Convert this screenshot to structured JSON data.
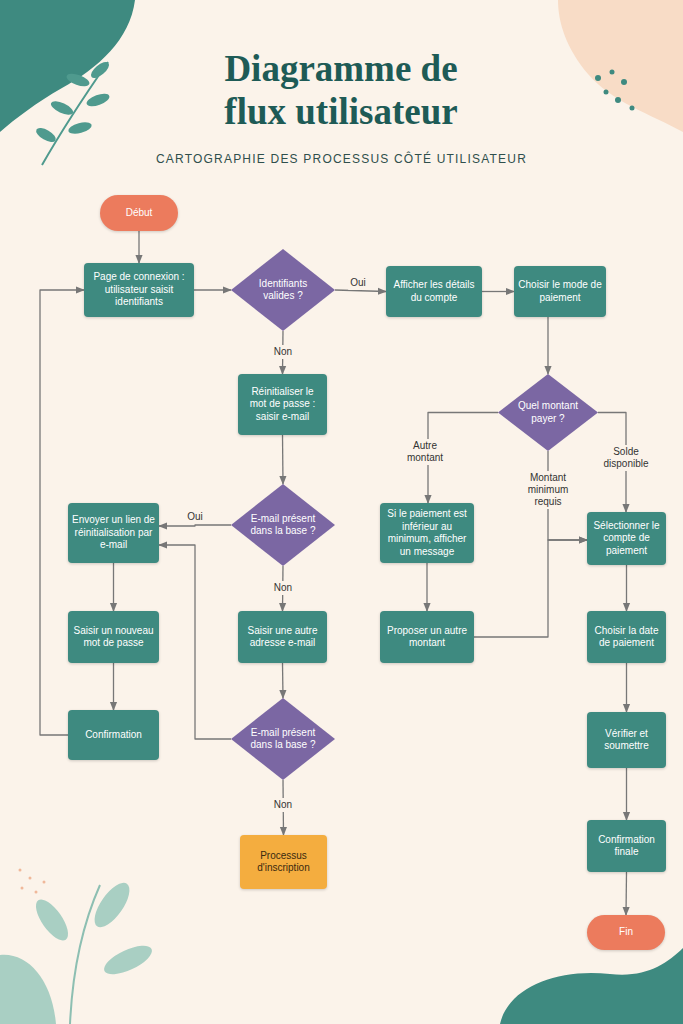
{
  "diagram": {
    "title": "Diagramme de flux utilisateur",
    "nodes": [
      {
        "text": [
          "Début"
        ]
      },
      {
        "text": [
          "Page de connexion : utilisateur saisit identifiants"
        ]
      },
      {
        "text": [
          "Identifiants valides ?"
        ]
      },
      {
        "text": [
          "Afficher les détails du compte"
        ]
      },
      {
        "text": [
          "Choisir le mode de paiement"
        ]
      },
      {
        "text": [
          "Réinitialiser le mot de passe : saisir e-mail"
        ]
      },
      {
        "text": [
          "Quel montant payer ?"
        ]
      },
      {
        "text": [
          "E-mail présent dans la base ?"
        ]
      },
      {
        "text": [
          "Envoyer un lien de réinitialisation par e-mail"
        ]
      },
      {
        "text": [
          "Si le paiement est inférieur au minimum, afficher un message"
        ]
      },
      {
        "text": [
          "Sélectionner le compte de paiement"
        ]
      },
      {
        "text": [
          "Saisir un nouveau mot de passe"
        ]
      },
      {
        "text": [
          "Saisir une autre adresse e-mail"
        ]
      },
      {
        "text": [
          "Proposer un autre montant"
        ]
      },
      {
        "text": [
          "Choisir la date de paiement"
        ]
      },
      {
        "text": [
          "Confirmation"
        ]
      },
      {
        "text": [
          "E-mail présent dans la base ?"
        ]
      },
      {
        "text": [
          "Vérifier et soumettre"
        ]
      },
      {
        "text": [
          "Processus d'inscription"
        ]
      },
      {
        "text": [
          "Confirmation finale"
        ]
      },
      {
        "text": [
          "Fin"
        ]
      }
    ],
    "edges": [
      {
        "from": 0,
        "to": 1,
        "arrow": "to"
      },
      {
        "from": 1,
        "to": 2,
        "arrow": "to"
      },
      {
        "from": 2,
        "to": 3,
        "label": "Oui",
        "arrow": "to"
      },
      {
        "from": 3,
        "to": 4,
        "arrow": "to"
      },
      {
        "from": 4,
        "to": 6,
        "arrow": "to"
      },
      {
        "from": 2,
        "to": 5,
        "label": "Non",
        "arrow": "to"
      },
      {
        "from": 5,
        "to": 7,
        "arrow": "to"
      },
      {
        "from": 7,
        "to": 8,
        "label": "Oui",
        "arrow": "to"
      },
      {
        "from": 7,
        "to": 12,
        "label": "Non",
        "arrow": "to"
      },
      {
        "from": 12,
        "to": 16,
        "arrow": "to"
      },
      {
        "from": 16,
        "to": 18,
        "label": "Non",
        "arrow": "to"
      },
      {
        "from": 16,
        "to": 8,
        "arrow": "to"
      },
      {
        "from": 8,
        "to": 11,
        "arrow": "to"
      },
      {
        "from": 11,
        "to": 15,
        "arrow": "to"
      },
      {
        "from": 15,
        "to": 1,
        "arrow": "to"
      },
      {
        "from": 6,
        "to": 9,
        "label": "Autre montant",
        "arrow": "to"
      },
      {
        "from": 6,
        "to": 10,
        "label": "Solde disponible",
        "arrow": "to"
      },
      {
        "from": 6,
        "to": 10,
        "label": "Montant minimum requis",
        "arrow": "to"
      },
      {
        "from": 9,
        "to": 13,
        "arrow": "to"
      },
      {
        "from": 13,
        "to": 10,
        "arrow": "to"
      },
      {
        "from": 10,
        "to": 14,
        "arrow": "to"
      },
      {
        "from": 14,
        "to": 17,
        "arrow": "to"
      },
      {
        "from": 17,
        "to": 19,
        "arrow": "to"
      },
      {
        "from": 19,
        "to": 20,
        "arrow": "to"
      }
    ],
    "labels": [
      "CARTOGRAPHIE DES PROCESSUS CÔTÉ UTILISATEUR"
    ]
  }
}
